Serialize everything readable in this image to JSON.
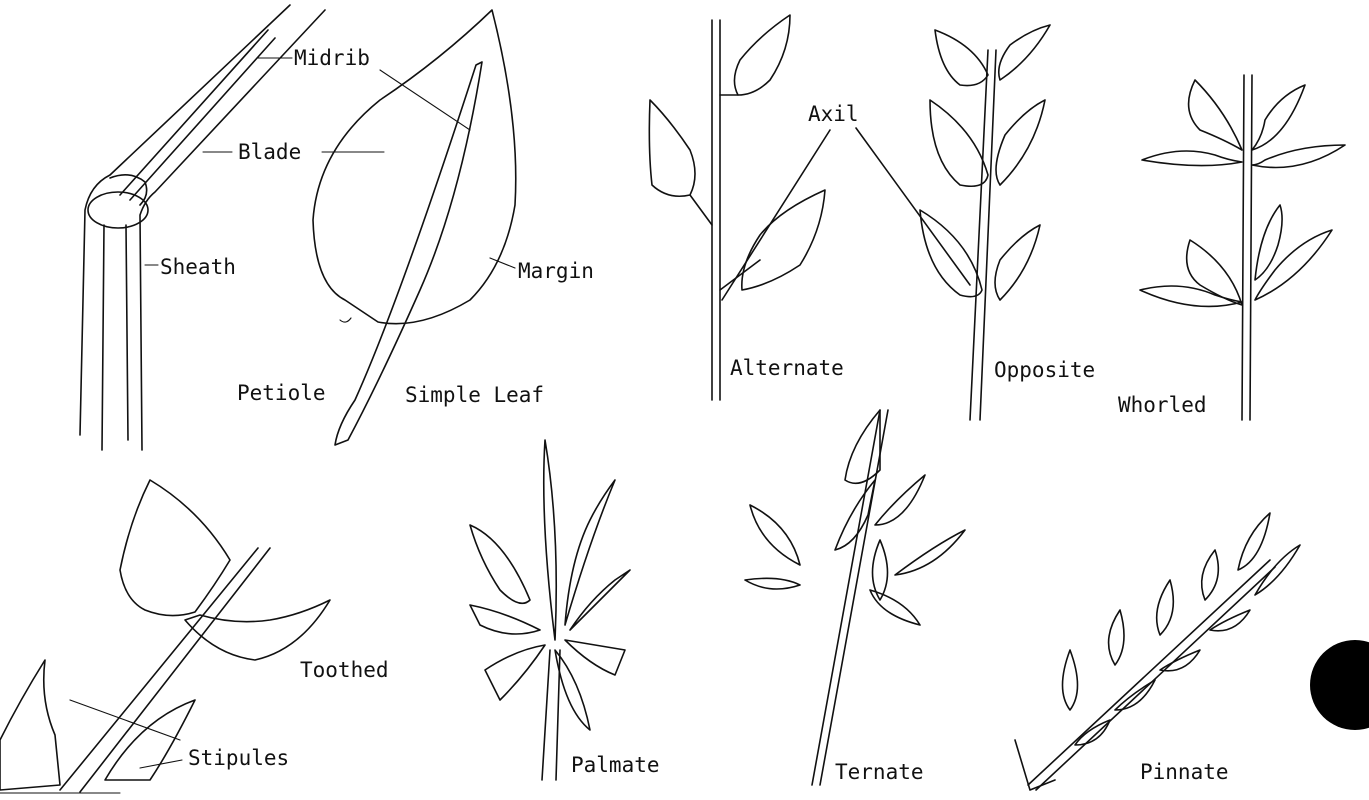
{
  "labels": {
    "midrib": "Midrib",
    "blade": "Blade",
    "sheath": "Sheath",
    "petiole": "Petiole",
    "simple_leaf": "Simple Leaf",
    "margin": "Margin",
    "axil": "Axil",
    "alternate": "Alternate",
    "opposite": "Opposite",
    "whorled": "Whorled",
    "toothed": "Toothed",
    "stipules": "Stipules",
    "palmate": "Palmate",
    "ternate": "Ternate",
    "pinnate": "Pinnate"
  },
  "colors": {
    "ink": "#111111",
    "paper": "#ffffff"
  }
}
